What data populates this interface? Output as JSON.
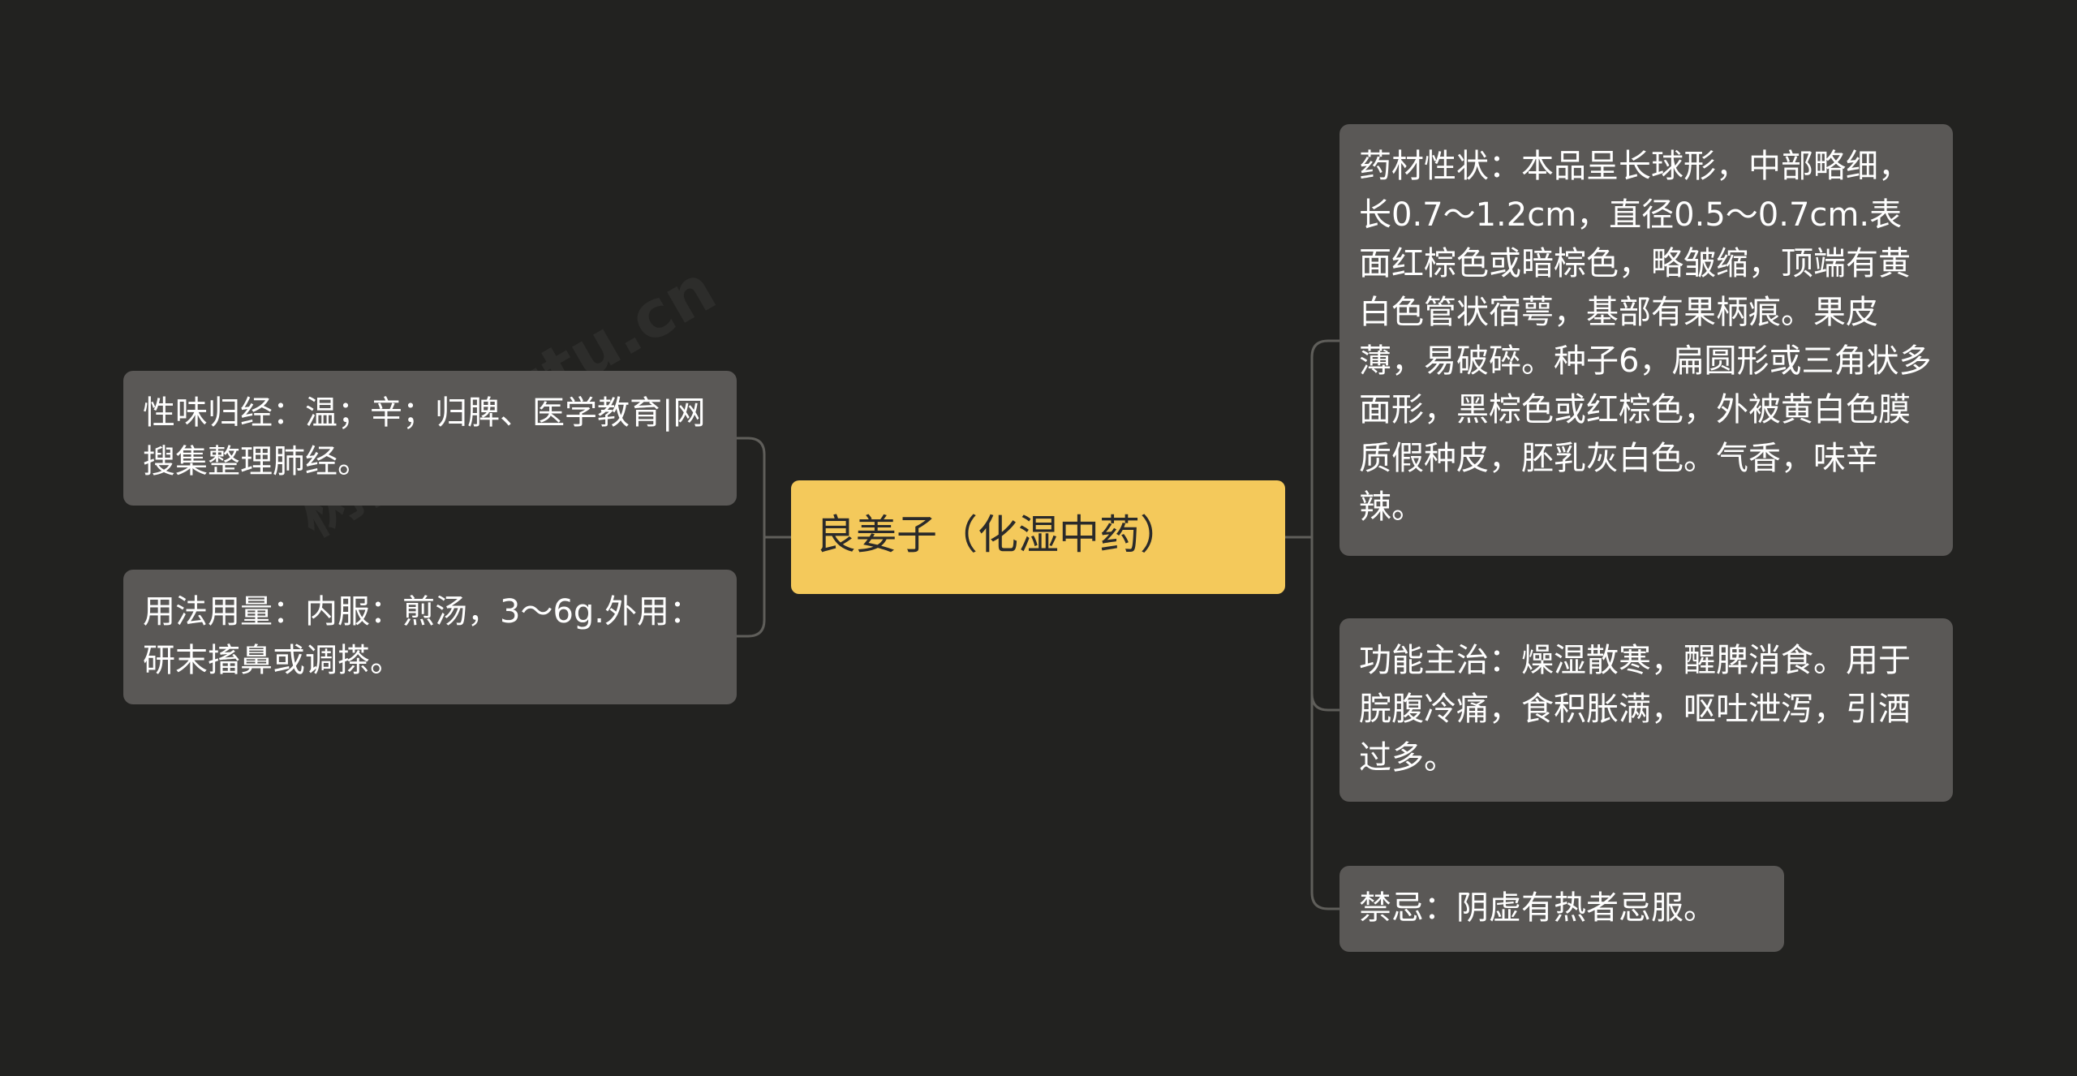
{
  "root": {
    "label": "良姜子（化湿中药）",
    "color": "#f4c95b"
  },
  "left_nodes": [
    {
      "text": "性味归经：温；辛；归脾、医学教育|网搜集整理肺经。"
    },
    {
      "text": "用法用量：内服：煎汤，3～6g.外用：研末搐鼻或调搽。"
    }
  ],
  "right_nodes": [
    {
      "text": "药材性状：本品呈长球形，中部略细，长0.7～1.2cm，直径0.5～0.7cm.表面红棕色或暗棕色，略皱缩，顶端有黄白色管状宿萼，基部有果柄痕。果皮薄，易破碎。种子6，扁圆形或三角状多面形，黑棕色或红棕色，外被黄白色膜质假种皮，胚乳灰白色。气香，味辛辣。"
    },
    {
      "text": "功能主治：燥湿散寒，醒脾消食。用于脘腹冷痛，食积胀满，呕吐泄泻，引酒过多。"
    },
    {
      "text": "禁忌：阴虚有热者忌服。"
    }
  ],
  "colors": {
    "background": "#222220",
    "node_fill": "#5a5856",
    "connector": "#5f5e5a",
    "root_fill": "#f4c95b"
  }
}
